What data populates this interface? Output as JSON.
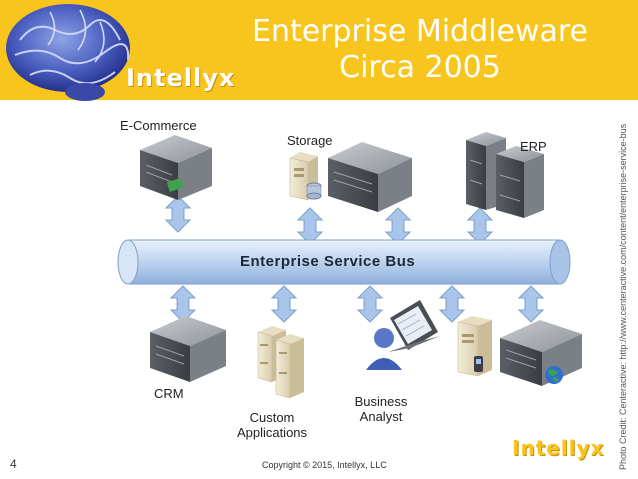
{
  "title_line1": "Enterprise Middleware",
  "title_line2": "Circa 2005",
  "logo": "Intellyx",
  "photo_credit": "Photo Credit: Centeractive: http://www.centeractive.com/content/enterprise-service-bus",
  "slide_number": "4",
  "copyright": "Copyright © 2015, Intellyx, LLC",
  "bus_label": "Enterprise Service Bus",
  "top_labels": {
    "ecommerce": "E-Commerce",
    "storage": "Storage",
    "erp": "ERP"
  },
  "bottom_labels": {
    "crm": "CRM",
    "custom_line1": "Custom",
    "custom_line2": "Applications",
    "analyst_line1": "Business",
    "analyst_line2": "Analyst"
  },
  "colors": {
    "header_yellow": "#f7c51e",
    "bus_blue": "#bcd3ef",
    "arrow_blue": "#a9c6ea",
    "server_gray": "#6f737a"
  }
}
